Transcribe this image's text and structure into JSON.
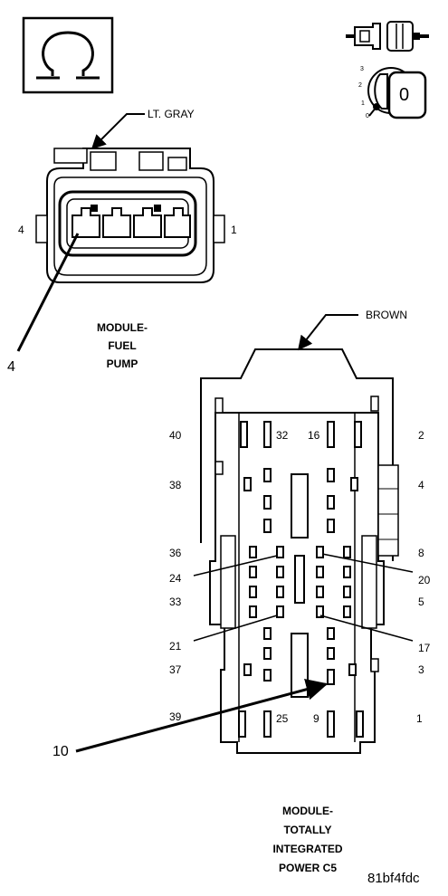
{
  "fuel_pump_connector": {
    "wire_color": "LT. GRAY",
    "pin_left": "4",
    "pin_right": "1",
    "callout_pin": "4",
    "title_lines": [
      "MODULE-",
      "FUEL",
      "PUMP"
    ]
  },
  "tipm_connector": {
    "wire_color": "BROWN",
    "callout_pin": "10",
    "title_lines": [
      "MODULE-",
      "TOTALLY",
      "INTEGRATED",
      "POWER C5"
    ],
    "left_pins": [
      "40",
      "38",
      "36",
      "24",
      "33",
      "21",
      "37",
      "39"
    ],
    "right_pins": [
      "2",
      "4",
      "8",
      "20",
      "5",
      "17",
      "3",
      "1"
    ],
    "top_pins": [
      "32",
      "16"
    ],
    "bottom_pins": [
      "25",
      "9"
    ]
  },
  "icons": {
    "resistance": "ohm-symbol-icon",
    "connector_disconnect": "connector-disconnect-icon",
    "ignition_key": "ignition-key-off-icon"
  },
  "key_positions": [
    "3",
    "2",
    "1",
    "0"
  ],
  "key_state": "0",
  "figure_code": "81bf4fdc"
}
